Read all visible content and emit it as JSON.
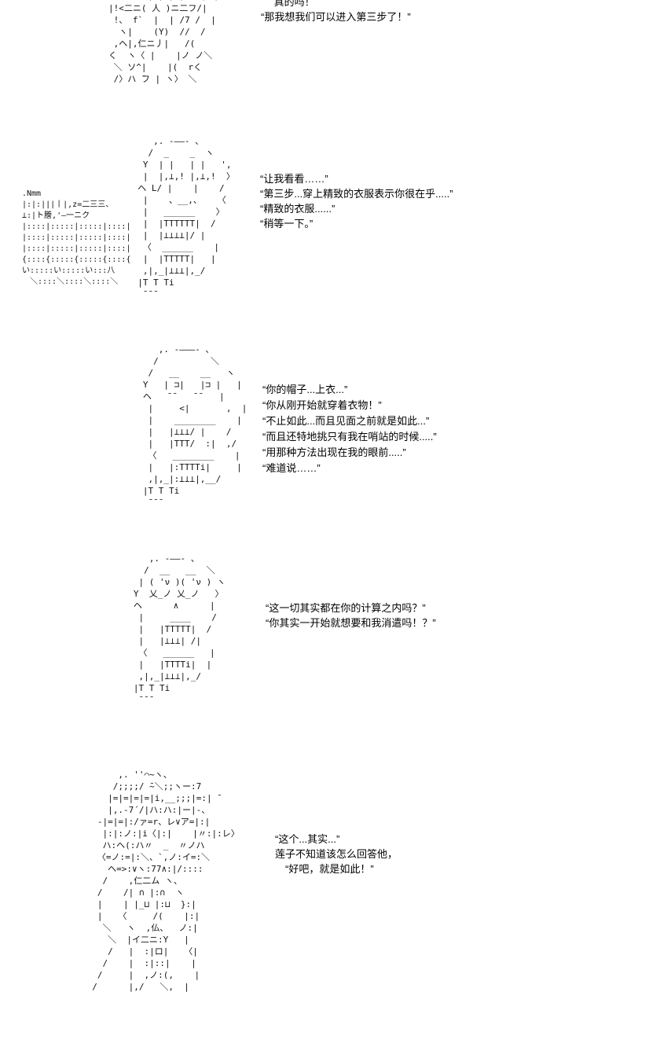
{
  "page": {
    "background": "#ffffff",
    "text_color": "#000000",
    "ascii_color": "#111111"
  },
  "panels": [
    {
      "name": "panel-1",
      "art": [
        "t-、    ,/)/)/)   (二)",
        "|!<二ニ( 人 )ニ二フ/|",
        " !、 f`  |  | /7 /  |",
        "  ヽ|    (Y)  //  /",
        " ,ヘ|,仁ニ丿|   /(",
        "く  ヽ〈 |    |ノ ノ＼",
        " ＼ ソ^|    |(  rく",
        " /〉ハ ̄フ | ヽ〉 ＼"
      ],
      "dialogue": [
        "　 真的吗！",
        "“那我想我们可以进入第三步了！”"
      ]
    },
    {
      "name": "panel-2",
      "side_art": [
        ".Nmm",
        "|:|:|||丨|,z=二三三、",
        "⊥:|ト謄,'―一ニク",
        "|::::|:::::|:::::|::::|",
        "|::::|:::::|:::::|::::|",
        "|::::|:::::|:::::|::::|",
        "{::::{:::::{:::::{::::{",
        "い:::::い:::::い:::八",
        "　＼::::＼::::＼::::＼"
      ],
      "art": [
        "     ,. -――- 、",
        "    /  _    _  ヽ",
        "   Y  | |   | |   ',",
        "   |  |,⊥,! |,⊥,!  〉",
        "  ヘ L/ |    |    /",
        "   |    、__,、   〈",
        "   |   ______    〉",
        "   |  |TTTTTT|  /",
        "   |  |⊥⊥⊥⊥|/ |",
        "   〈  ______    |",
        "   |  |TTTTT|   |",
        "   ,|,_|⊥⊥⊥|,_/",
        "  |T T Ti",
        "   ̄ ̄ ̄"
      ],
      "dialogue": [
        "“让我看看……”",
        "“第三步...穿上精致的衣服表示你很在乎.....”",
        "“精致的衣服......”",
        "“稍等一下。”"
      ]
    },
    {
      "name": "panel-3",
      "art": [
        "      ,. -―――- 、",
        "     /          ＼",
        "    /   __    __   ヽ",
        "   Y   | ⊐|   |⊐ |   |",
        "   ヘ   ̄ ̄    ̄ ̄    |",
        "    |     <|       ,  |",
        "    |    ________    |",
        "    |   |⊥⊥⊥/ |    /",
        "    |   |TTT/  :|  ,/",
        "    〈   ________    |",
        "    |   |:TTTTi|     |",
        "    ,|,_|:⊥⊥⊥|,__/",
        "   |T T Ti",
        "    ̄ ̄ ̄"
      ],
      "dialogue": [
        "“你的帽子...上衣...”",
        "“你从刚开始就穿着衣物！”",
        "“不止如此...而且见面之前就是如此...”",
        "“而且还特地挑只有我在哨站的时候.....”",
        "“用那种方法出现在我的眼前.....”",
        "“难道说……”"
      ]
    },
    {
      "name": "panel-4",
      "art": [
        "      ,. -――- 、",
        "     /  __   __  ＼",
        "    | ( 'ν )( 'ν ) ヽ",
        "   Y  乂_ノ 乂_ノ   〉",
        "   ヘ      ∧      |",
        "    |     ____    /",
        "    |   |TTTTT|  /",
        "    |   |⊥⊥⊥| /|",
        "    〈   ______   |",
        "    |   |TTTTi|  |",
        "    ,|,_|⊥⊥⊥|,_/",
        "   |T T Ti",
        "    ̄ ̄ ̄"
      ],
      "dialogue": [
        "“这一切其实都在你的计算之内吗？”",
        "“你其实一开始就想要和我消遣吗！？”"
      ]
    },
    {
      "name": "panel-5",
      "art": [
        "       ,. ''⌒~ヽ、",
        "      /;;;;/ ̄~＼;;ヽー:7",
        "     |=|=|=|=|i,__;;;|=:| ̄",
        "     |,.-7´/|ハ:ハ:|ー|-、",
        "   -|=|=|:/ァ=r、レ∨ア=|:|",
        "    |:|:ノ:|i〈|:|    |〃:|:レ〉",
        "    ハ:ヘ(:ハ〃  _  〃ノハ",
        "   〈=ノ:=|:＼、`,ノ:イ=:＼",
        "     ヘ=>:∨ヽ:77∧:|/::::",
        "    /    ,仁二ム ヽ、",
        "   /    /| ∩ |:∩  ヽ",
        "   |    | |_⊔ |:⊔  }:|",
        "   |   〈     /(    |:|",
        "    ＼   ヽ  ,仏、  ノ:|",
        "     ＼  |イ二ニ:Y   |",
        "     /   |  :|ロ|   〈|",
        "    /    |  :|::|    |",
        "   /     |  ,ノ:(,    |",
        "  /      |,/   ＼,  |"
      ],
      "dialogue": [
        "“这个...其实...”",
        "莲子不知道该怎么回答他，",
        "　“好吧，就是如此！”"
      ]
    }
  ]
}
